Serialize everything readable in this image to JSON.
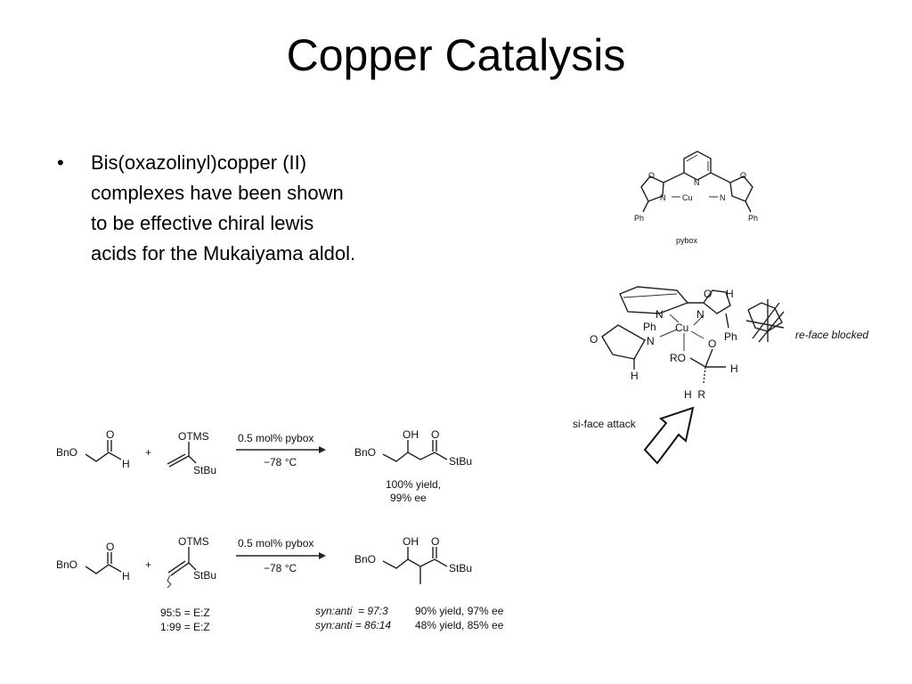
{
  "slide": {
    "title": "Copper Catalysis",
    "bullet": {
      "symbol": "•",
      "lines": [
        "Bis(oxazolinyl)copper (II)",
        "complexes have been shown",
        "to be effective chiral lewis",
        "acids for the Mukaiyama aldol."
      ]
    }
  },
  "pybox": {
    "label": "pybox",
    "atoms": {
      "o_left": "O",
      "o_right": "O",
      "n_left": "N",
      "n_pyr": "N",
      "n_right": "N",
      "cu": "Cu",
      "ph_left": "Ph",
      "ph_right": "Ph"
    }
  },
  "model": {
    "labels": {
      "o_top": "O",
      "h_top": "H",
      "n1": "N",
      "cu": "Cu",
      "ph1": "Ph",
      "n2": "N",
      "ph2": "Ph",
      "o_left": "O",
      "n3": "N",
      "ro": "RO",
      "o_carbonyl": "O",
      "h_ald": "H",
      "h_bottom": "H",
      "hr": "H  R"
    },
    "re_face": "re-face blocked",
    "si_face": "si-face attack"
  },
  "reaction1": {
    "aldehyde": {
      "bno": "BnO",
      "o": "O",
      "h": "H"
    },
    "plus": "+",
    "silyl": {
      "otms": "OTMS",
      "stbu": "StBu"
    },
    "conditions": {
      "above": "0.5 mol% pybox",
      "below": "−78 °C"
    },
    "product": {
      "bno": "BnO",
      "oh": "OH",
      "o": "O",
      "stbu": "StBu"
    },
    "result": {
      "yield": "100% yield,",
      "ee": "99% ee"
    }
  },
  "reaction2": {
    "aldehyde": {
      "bno": "BnO",
      "o": "O",
      "h": "H"
    },
    "plus": "+",
    "silyl": {
      "otms": "OTMS",
      "stbu": "StBu"
    },
    "conditions": {
      "above": "0.5 mol% pybox",
      "below": "−78 °C"
    },
    "product": {
      "bno": "BnO",
      "oh": "OH",
      "o": "O",
      "stbu": "StBu"
    },
    "ez": [
      "95:5 = E:Z",
      "1:99 = E:Z"
    ],
    "results": [
      {
        "ratio": "syn:anti  = 97:3",
        "outcome": "90% yield, 97% ee"
      },
      {
        "ratio": "syn:anti = 86:14",
        "outcome": "48% yield, 85% ee"
      }
    ]
  }
}
